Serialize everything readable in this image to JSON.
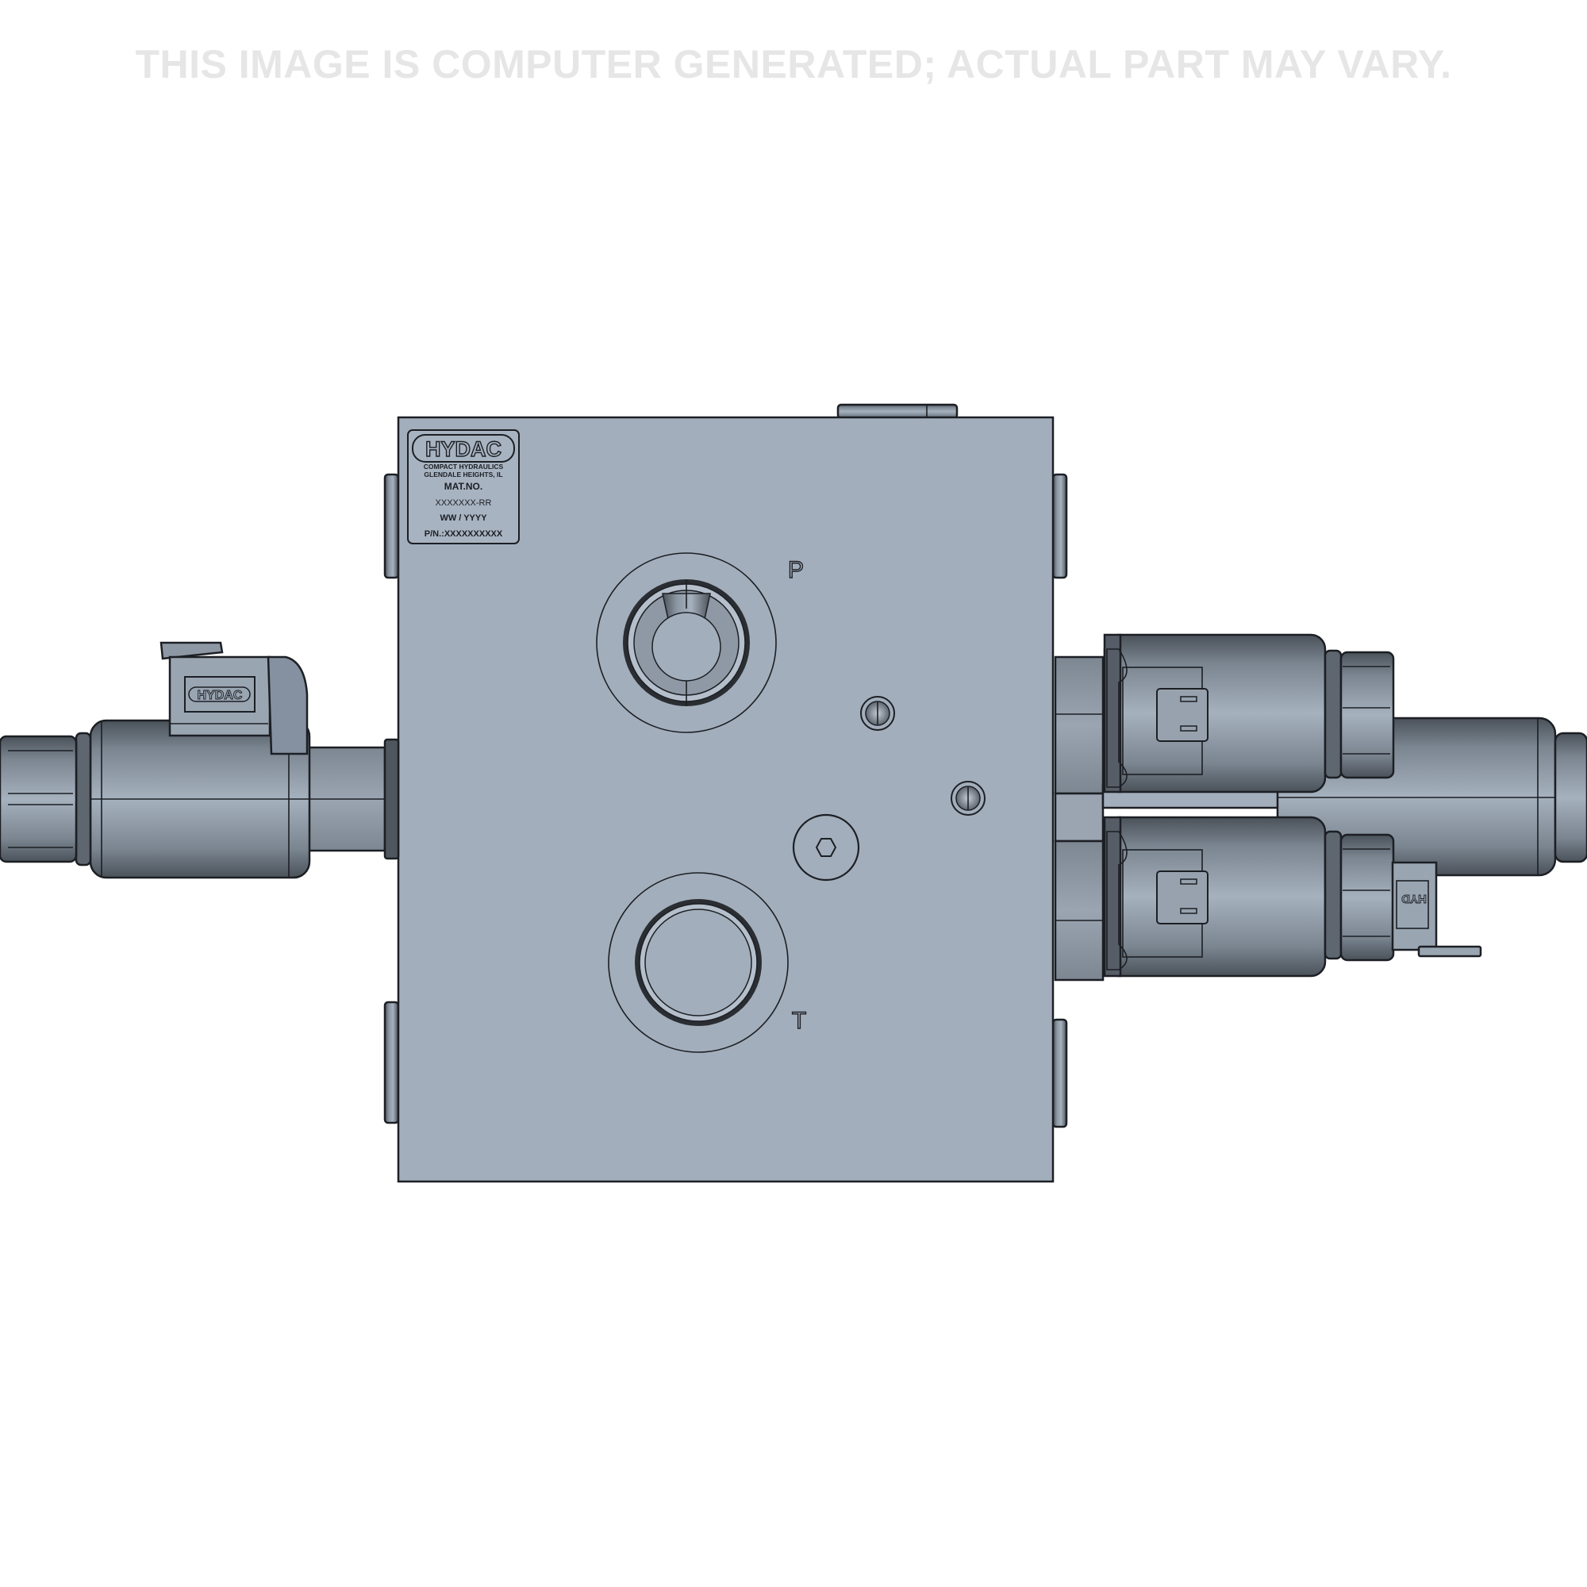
{
  "watermark": "THIS IMAGE IS COMPUTER GENERATED; ACTUAL PART MAY VARY.",
  "nameplate": {
    "brand": "HYDAC",
    "line1": "COMPACT HYDRAULICS",
    "line2": "GLENDALE HEIGHTS, IL",
    "mat_label": "MAT.NO.",
    "mat_value": "XXXXXXX-RR",
    "date_code": "WW / YYYY",
    "part_number": "P/N.:XXXXXXXXXX"
  },
  "ports": {
    "pressure_label": "P",
    "tank_label": "T"
  },
  "connectors": {
    "left_brand": "HYDAC",
    "right_brand_partial": "HYD"
  },
  "colors": {
    "block": "#a3aebc",
    "coil_dark": "#5e6670",
    "coil_light": "#9ea9b6",
    "outline": "#1c1f24",
    "watermark": "#e6e6e6"
  }
}
